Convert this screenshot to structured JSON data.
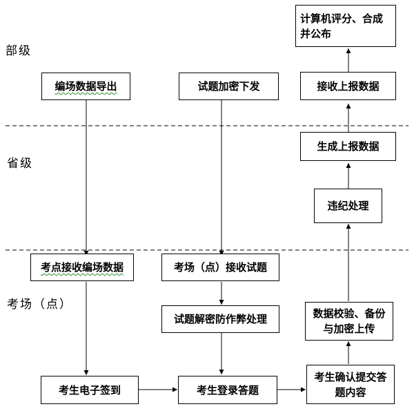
{
  "levels": {
    "ministry": "部级",
    "province": "省级",
    "exam_site": "考场（点）"
  },
  "boxes": {
    "score_publish": "计算机评分、合成并公布",
    "receive_data": "接收上报数据",
    "export_data": "编场数据导出",
    "encrypt_issue": "试题加密下发",
    "generate_data": "生成上报数据",
    "violation": "违纪处理",
    "receive_encoding": "考点接收编场数据",
    "receive_questions": "考场（点）接收试题",
    "decrypt": "试题解密防作弊处理",
    "verify_backup": "数据校验、备份与加密上传",
    "e_signin": "考生电子签到",
    "login_answer": "考生登录答题",
    "confirm_submit": "考生确认提交答题内容"
  },
  "colors": {
    "line": "#000000",
    "dashed": "#333333",
    "spellcheck_underline": "#2a8a2a"
  }
}
